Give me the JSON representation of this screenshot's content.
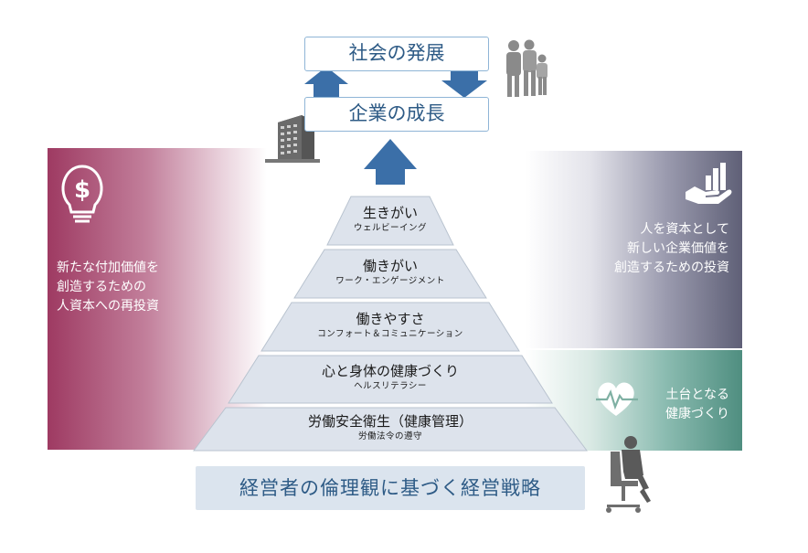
{
  "top": {
    "society_label": "社会の発展",
    "company_label": "企業の成長"
  },
  "pyramid": {
    "tiers": [
      {
        "title": "生きがい",
        "subtitle": "ウェルビーイング"
      },
      {
        "title": "働きがい",
        "subtitle": "ワーク・エンゲージメント"
      },
      {
        "title": "働きやすさ",
        "subtitle": "コンフォート＆コミュニケーション"
      },
      {
        "title": "心と身体の健康づくり",
        "subtitle": "ヘルスリテラシー"
      },
      {
        "title": "労働安全衛生（健康管理）",
        "subtitle": "労働法令の遵守"
      }
    ]
  },
  "left_panel": {
    "text": "新たな付加価値を\n創造するための\n人資本への再投資"
  },
  "right_panel_top": {
    "text": "人を資本として\n新しい企業価値を\n創造するための投資"
  },
  "right_panel_bottom": {
    "text": "土台となる\n健康づくり"
  },
  "base": {
    "strategy_label": "経営者の倫理観に基づく経営戦略"
  },
  "icons": {
    "dollar_bulb": "lightbulb-dollar-icon",
    "hand_chart": "hand-chart-icon",
    "heart_pulse": "heart-pulse-icon",
    "building": "building-icon",
    "family": "family-icon",
    "executive": "businessman-chair-icon"
  },
  "colors": {
    "arrow": "#3b6fa8",
    "left_panel": "#9e3a62",
    "right_top_panel": "#5f6077",
    "right_bottom_panel": "#4f8e80",
    "tier_fill": "#dde3ec"
  }
}
